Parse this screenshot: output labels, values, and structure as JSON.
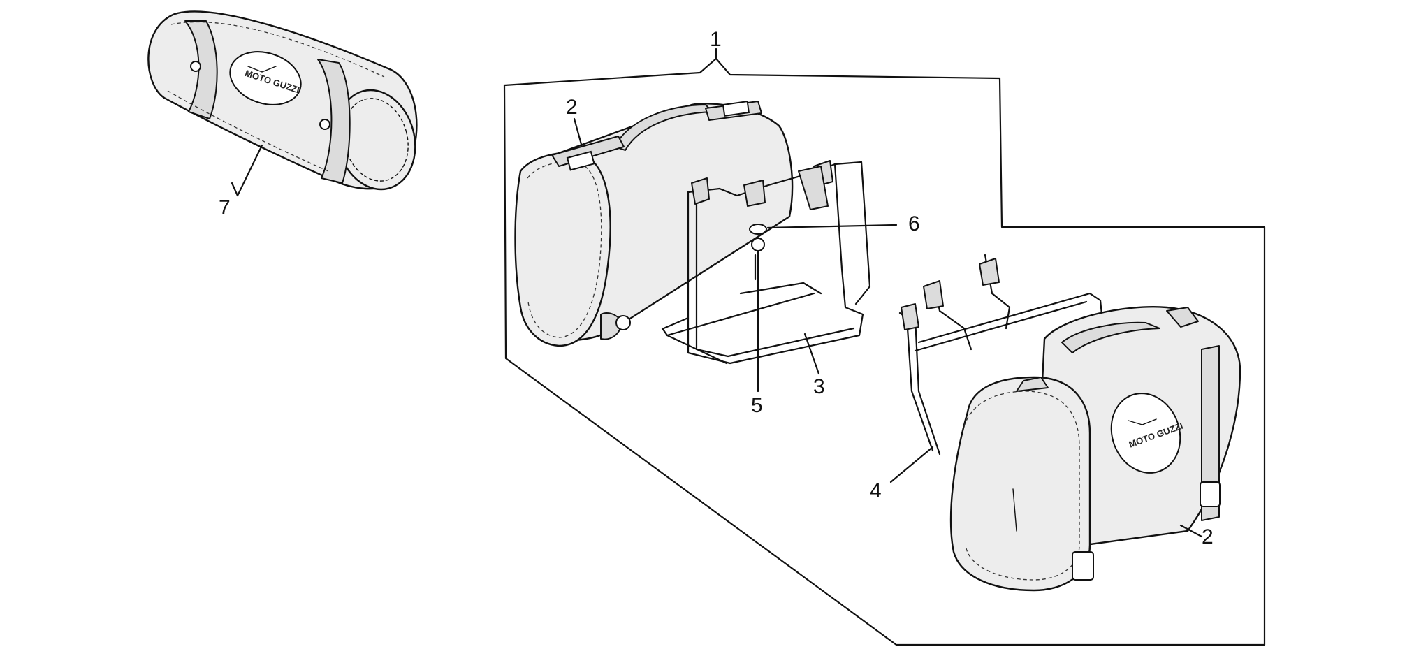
{
  "diagram": {
    "labels": {
      "l1": "1",
      "l2a": "2",
      "l2b": "2",
      "l3": "3",
      "l4": "4",
      "l5": "5",
      "l6": "6",
      "l7": "7"
    },
    "logo_text": "MOTO GUZZI"
  }
}
